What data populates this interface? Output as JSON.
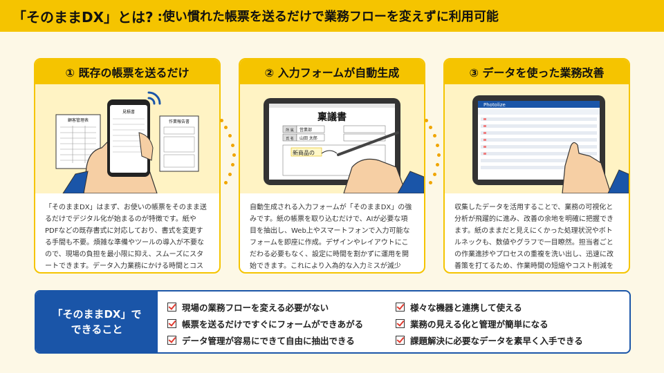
{
  "header": {
    "title": "「そのままDX」とは?",
    "subtitle": ":使い慣れた帳票を送るだけで業務フローを変えずに利用可能"
  },
  "cards": [
    {
      "caption": "① 既存の帳票を送るだけ",
      "art_labels": {
        "left_doc": "顧客管理表",
        "phone_doc": "見積書",
        "right_doc": "作業報告書"
      },
      "body": "「そのままDX」はまず、お使いの帳票をそのまま送るだけでデジタル化が始まるのが特徴です。紙やPDFなどの既存書式に対応しており、書式を変更する手間も不要。煩雑な準備やツールの導入が不要なので、現場の負担を最小限に抑え、スムーズにスタートできます。データ入力業務にかける時間とコストを大幅に削減し、作業効率を高める最初のステップです。"
    },
    {
      "caption": "② 入力フォームが自動生成",
      "art_labels": {
        "doc_title": "稟議書",
        "field1_label": "所 属",
        "field1_value": "営業部",
        "field2_label": "氏 名",
        "field2_value": "山田 太郎",
        "handwriting": "新商品の"
      },
      "body": "自動生成される入力フォームが「そのままDX」の強みです。紙の帳票を取り込むだけで、AIが必要な項目を抽出し、Web上やスマートフォンで入力可能なフォームを即座に作成。デザインやレイアウトにこだわる必要もなく、設定に時間を割かずに運用を開始できます。これにより入為的な入力ミスが減少し、正確なデータ収集が可能となります。また、既存の業務フローを大きく変更することなく、迅速に導入できる点が大きなメリットです。"
    },
    {
      "caption": "③ データを使った業務改善",
      "art_labels": {
        "app_name": "Photolize"
      },
      "body": "収集したデータを活用することで、業務の可視化と分析が飛躍的に進み、改善の余地を明確に把握できます。紙のままだと見えにくかった処理状況やボトルネックも、数値やグラフで一目瞭然。担当者ごとの作業進捗やプロセスの重複を洗い出し、迅速に改善策を打てるため、作業時間の短縮やコスト削減を実現します。さらに、蓄積データをもとに将来の需要予測や品質向上にも役立てることが可能です。"
    }
  ],
  "bottom": {
    "label_line1": "「そのままDX」で",
    "label_line2": "できること",
    "items": [
      "現場の業務フローを変える必要がない",
      "様々な機器と連携して使える",
      "帳票を送るだけですぐにフォームができあがる",
      "業務の見える化と管理が簡単になる",
      "データ管理が容易にできて自由に抽出できる",
      "課題解決に必要なデータを素早く入手できる"
    ]
  },
  "colors": {
    "accent": "#f5c400",
    "blue": "#1a55a8",
    "check": "#e03a2f",
    "bg": "#fdf8e6"
  },
  "icons": [
    "smartphone-icon",
    "wifi-icon",
    "tablet-icon",
    "pen-icon",
    "hand-icon",
    "checkbox-icon"
  ]
}
